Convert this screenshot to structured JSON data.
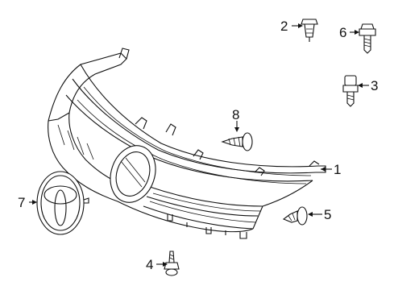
{
  "diagram": {
    "callouts": [
      {
        "id": "1",
        "label": "1"
      },
      {
        "id": "2",
        "label": "2"
      },
      {
        "id": "3",
        "label": "3"
      },
      {
        "id": "4",
        "label": "4"
      },
      {
        "id": "5",
        "label": "5"
      },
      {
        "id": "6",
        "label": "6"
      },
      {
        "id": "7",
        "label": "7"
      },
      {
        "id": "8",
        "label": "8"
      }
    ],
    "parts": [
      {
        "name": "grille-assembly",
        "icon": "grille-icon"
      },
      {
        "name": "emblem",
        "icon": "toyota-emblem-icon"
      },
      {
        "name": "clip",
        "icon": "clip-icon"
      },
      {
        "name": "bolt",
        "icon": "bolt-icon"
      },
      {
        "name": "screw",
        "icon": "screw-icon"
      }
    ]
  }
}
